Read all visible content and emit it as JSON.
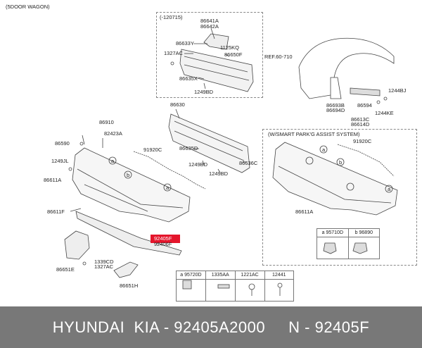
{
  "header": {
    "variant": "(5DOOR WAGON)"
  },
  "boxes": {
    "top_box_label": "(-120715)",
    "assist_box_label": "(W/SMART PARK'G ASSIST SYSTEM)"
  },
  "labels": {
    "p86641A": "86641A",
    "p86642A": "86642A",
    "p86633Y": "86633Y",
    "p1125KQ": "1125KQ",
    "p1327AC_top": "1327AC",
    "p86650F": "86650F",
    "p86635X": "86635X",
    "p1249BD_top": "1249BD",
    "ref": "REF.60-710",
    "p1244BJ": "1244BJ",
    "p86693B": "86693B",
    "p86694D": "86694D",
    "p86594": "86594",
    "p86613C": "86613C",
    "p86614D": "86614D",
    "p1244KE": "1244KE",
    "p86630": "86630",
    "p86910": "86910",
    "p82423A": "82423A",
    "p86590": "86590",
    "p1249JL": "1249JL",
    "p86611A_left": "86611A",
    "p91920C_mid": "91920C",
    "p86635D": "86635D",
    "p1249BD_mid1": "1249BD",
    "p1249BD_mid2": "1249BD",
    "p86636C": "86636C",
    "p86611F": "86611F",
    "p92405F_hl": "92405F",
    "p92406F": "92406F",
    "p1339CD": "1339CD",
    "p1327AC_low": "1327AC",
    "p86651E": "86651E",
    "p86651H": "86651H",
    "p91920C_right": "91920C",
    "p86611A_right": "86611A",
    "circle_a": "a",
    "circle_b": "b"
  },
  "legend_right": {
    "a_code": "95710D",
    "b_code": "96890"
  },
  "legend_bottom": {
    "headers": [
      "95720D",
      "1335AA",
      "1221AC",
      "12441"
    ],
    "circle": "a"
  },
  "footer": {
    "text": "HYUNDAI  KIA - 92405A2000     N - 92405F"
  },
  "colors": {
    "highlight": "#e4152b",
    "footer_bg": "#787878"
  }
}
